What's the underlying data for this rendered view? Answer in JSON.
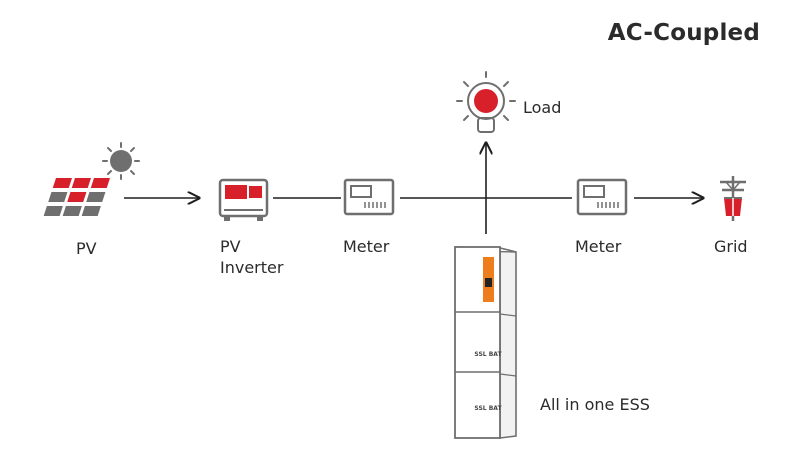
{
  "title": "AC-Coupled",
  "labels": {
    "pv": "PV",
    "pv_inverter_line1": "PV",
    "pv_inverter_line2": "Inverter",
    "meter_left": "Meter",
    "meter_right": "Meter",
    "grid": "Grid",
    "load": "Load",
    "ess": "All in one ESS",
    "ess_brand": "SSL BAT"
  },
  "colors": {
    "accent_red": "#d7202a",
    "orange": "#ee7d1e",
    "gray": "#6f6f6f",
    "line": "#1f1f1f"
  },
  "icons": [
    "solar-panel-icon",
    "sun-icon",
    "inverter-icon",
    "meter-icon",
    "bulb-icon",
    "grid-tower-icon",
    "ess-battery-icon"
  ]
}
